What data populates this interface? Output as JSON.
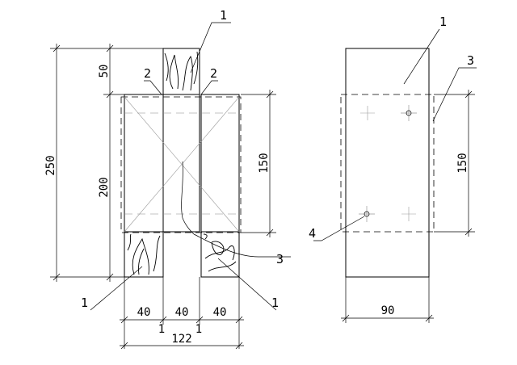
{
  "callouts": {
    "c1_top": "1",
    "c2_left": "2",
    "c2_right": "2",
    "c3_front": "3",
    "c1_bottom_left": "1",
    "c1_bottom_right": "1",
    "c1_side": "1",
    "c3_side": "3",
    "c4_side": "4"
  },
  "dimensions": {
    "d250": "250",
    "d50": "50",
    "d200": "200",
    "d150_front": "150",
    "d40_a": "40",
    "d40_b": "40",
    "d40_c": "40",
    "d1_a": "1",
    "d1_b": "1",
    "d122": "122",
    "d150_side": "150",
    "d90": "90"
  }
}
